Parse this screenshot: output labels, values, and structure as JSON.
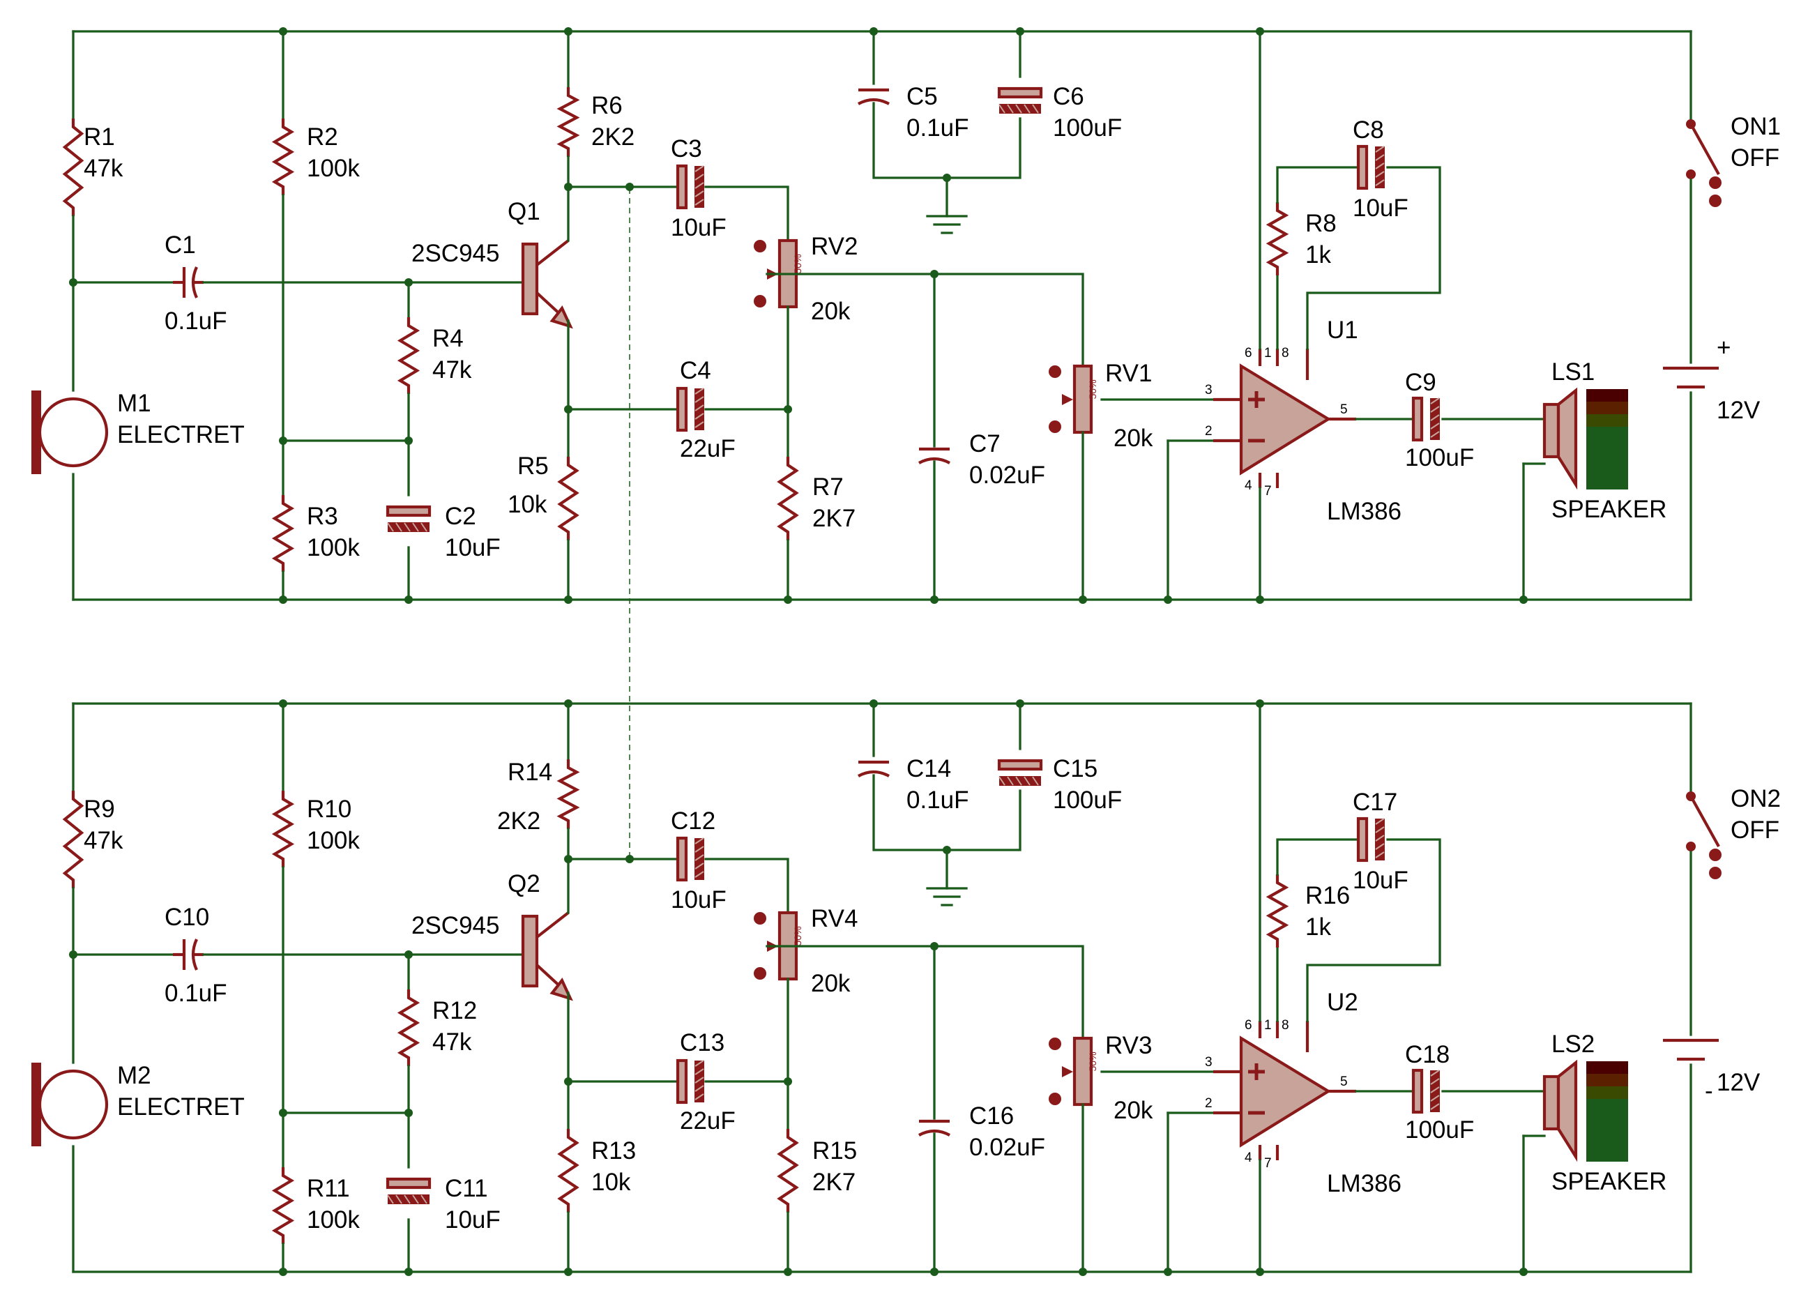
{
  "circuit_top": {
    "R1": {
      "ref": "R1",
      "val": "47k"
    },
    "R2": {
      "ref": "R2",
      "val": "100k"
    },
    "R3": {
      "ref": "R3",
      "val": "100k"
    },
    "R4": {
      "ref": "R4",
      "val": "47k"
    },
    "R5": {
      "ref": "R5",
      "val": "10k"
    },
    "R6": {
      "ref": "R6",
      "val": "2K2"
    },
    "R7": {
      "ref": "R7",
      "val": "2K7"
    },
    "R8": {
      "ref": "R8",
      "val": "1k"
    },
    "C1": {
      "ref": "C1",
      "val": "0.1uF"
    },
    "C2": {
      "ref": "C2",
      "val": "10uF"
    },
    "C3": {
      "ref": "C3",
      "val": "10uF"
    },
    "C4": {
      "ref": "C4",
      "val": "22uF"
    },
    "C5": {
      "ref": "C5",
      "val": "0.1uF"
    },
    "C6": {
      "ref": "C6",
      "val": "100uF"
    },
    "C7": {
      "ref": "C7",
      "val": "0.02uF"
    },
    "C8": {
      "ref": "C8",
      "val": "10uF"
    },
    "C9": {
      "ref": "C9",
      "val": "100uF"
    },
    "Q": {
      "ref": "Q1",
      "val": "2SC945"
    },
    "M": {
      "ref": "M1",
      "val": "ELECTRET"
    },
    "RVa": {
      "ref": "RV2",
      "val": "20k",
      "pct": "50%"
    },
    "RVb": {
      "ref": "RV1",
      "val": "20k",
      "pct": "50%"
    },
    "U": {
      "ref": "U1",
      "val": "LM386",
      "pins": [
        "3",
        "2",
        "6",
        "1",
        "8",
        "5",
        "4",
        "7"
      ]
    },
    "LS": {
      "ref": "LS1",
      "val": "SPEAKER"
    },
    "SW": {
      "ref": "ON1",
      "off": "OFF"
    },
    "BAT": {
      "plus": "+",
      "val": "12V"
    }
  },
  "circuit_bottom": {
    "R1": {
      "ref": "R9",
      "val": "47k"
    },
    "R2": {
      "ref": "R10",
      "val": "100k"
    },
    "R3": {
      "ref": "R11",
      "val": "100k"
    },
    "R4": {
      "ref": "R12",
      "val": "47k"
    },
    "R5": {
      "ref": "R13",
      "val": "10k"
    },
    "R6": {
      "ref": "R14",
      "val": "2K2"
    },
    "R7": {
      "ref": "R15",
      "val": "2K7"
    },
    "R8": {
      "ref": "R16",
      "val": "1k"
    },
    "C1": {
      "ref": "C10",
      "val": "0.1uF"
    },
    "C2": {
      "ref": "C11",
      "val": "10uF"
    },
    "C3": {
      "ref": "C12",
      "val": "10uF"
    },
    "C4": {
      "ref": "C13",
      "val": "22uF"
    },
    "C5": {
      "ref": "C14",
      "val": "0.1uF"
    },
    "C6": {
      "ref": "C15",
      "val": "100uF"
    },
    "C7": {
      "ref": "C16",
      "val": "0.02uF"
    },
    "C8": {
      "ref": "C17",
      "val": "10uF"
    },
    "C9": {
      "ref": "C18",
      "val": "100uF"
    },
    "Q": {
      "ref": "Q2",
      "val": "2SC945"
    },
    "M": {
      "ref": "M2",
      "val": "ELECTRET"
    },
    "RVa": {
      "ref": "RV4",
      "val": "20k",
      "pct": "50%"
    },
    "RVb": {
      "ref": "RV3",
      "val": "20k",
      "pct": "50%"
    },
    "U": {
      "ref": "U2",
      "val": "LM386",
      "pins": [
        "3",
        "2",
        "6",
        "1",
        "8",
        "5",
        "4",
        "7"
      ]
    },
    "LS": {
      "ref": "LS2",
      "val": "SPEAKER"
    },
    "SW": {
      "ref": "ON2",
      "off": "OFF"
    },
    "BAT": {
      "minus": "-",
      "val": "12V"
    }
  },
  "colors": {
    "wire": "#1a5a1a",
    "component": "#8a1a1a",
    "speaker_bars": [
      "#4a0000",
      "#5a2000",
      "#3a4a00",
      "#1a5a1a"
    ]
  }
}
